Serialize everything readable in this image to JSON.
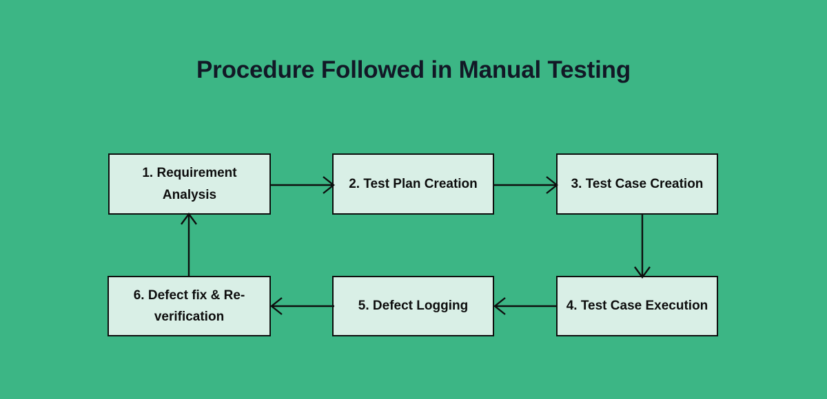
{
  "page": {
    "background_color": "#3cb685",
    "title": "Procedure Followed in Manual Testing",
    "title_color": "#121826"
  },
  "flowchart": {
    "node_fill_color": "#d9efe6",
    "node_border_color": "#0d0d0d",
    "node_text_color": "#0d0d0d",
    "arrow_color": "#0d0d0d",
    "nodes": [
      {
        "id": "1",
        "label": "1. Requirement Analysis"
      },
      {
        "id": "2",
        "label": "2. Test Plan Creation"
      },
      {
        "id": "3",
        "label": "3. Test Case Creation"
      },
      {
        "id": "4",
        "label": "4. Test Case Execution"
      },
      {
        "id": "5",
        "label": "5. Defect Logging"
      },
      {
        "id": "6",
        "label": "6. Defect fix & Re-verification"
      }
    ],
    "connectors": [
      {
        "from": "1",
        "to": "2",
        "direction": "right"
      },
      {
        "from": "2",
        "to": "3",
        "direction": "right"
      },
      {
        "from": "3",
        "to": "4",
        "direction": "down"
      },
      {
        "from": "4",
        "to": "5",
        "direction": "left"
      },
      {
        "from": "5",
        "to": "6",
        "direction": "left"
      },
      {
        "from": "6",
        "to": "1",
        "direction": "up"
      }
    ]
  }
}
